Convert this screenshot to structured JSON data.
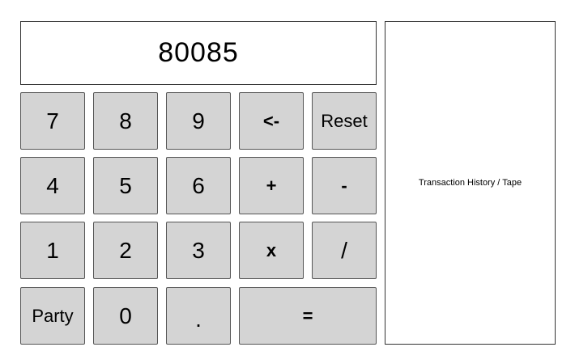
{
  "display": {
    "value": "80085"
  },
  "keypad": {
    "rows": [
      [
        {
          "label": "7",
          "name": "key-7"
        },
        {
          "label": "8",
          "name": "key-8"
        },
        {
          "label": "9",
          "name": "key-9"
        },
        {
          "label": "<-",
          "name": "backspace-button"
        },
        {
          "label": "Reset",
          "name": "reset-button"
        }
      ],
      [
        {
          "label": "4",
          "name": "key-4"
        },
        {
          "label": "5",
          "name": "key-5"
        },
        {
          "label": "6",
          "name": "key-6"
        },
        {
          "label": "+",
          "name": "add-button"
        },
        {
          "label": "-",
          "name": "subtract-button"
        }
      ],
      [
        {
          "label": "1",
          "name": "key-1"
        },
        {
          "label": "2",
          "name": "key-2"
        },
        {
          "label": "3",
          "name": "key-3"
        },
        {
          "label": "x",
          "name": "multiply-button"
        },
        {
          "label": "/",
          "name": "divide-button"
        }
      ],
      [
        {
          "label": "Party",
          "name": "party-button"
        },
        {
          "label": "0",
          "name": "key-0"
        },
        {
          "label": ".",
          "name": "decimal-button"
        },
        {
          "label": "=",
          "name": "equals-button"
        }
      ]
    ]
  },
  "tape": {
    "label": "Transaction History / Tape"
  }
}
